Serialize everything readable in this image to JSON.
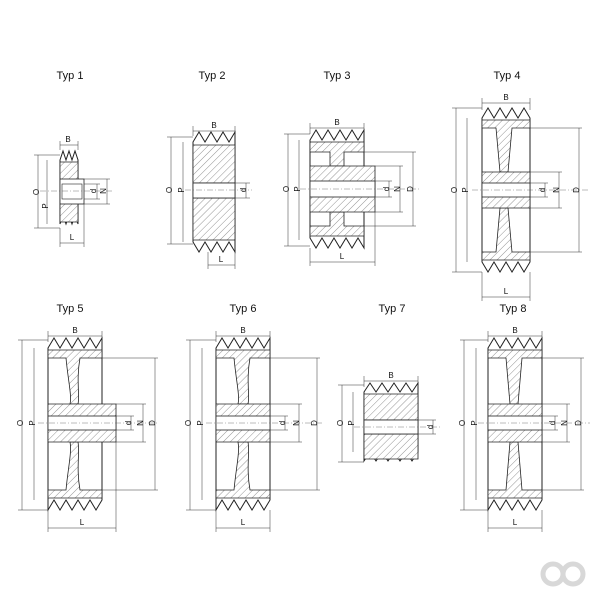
{
  "types": [
    {
      "title": "Typ 1",
      "labels": {
        "B": "B",
        "O": "O",
        "P": "P",
        "d": "d",
        "N": "N",
        "L": "L"
      }
    },
    {
      "title": "Typ 2",
      "labels": {
        "B": "B",
        "O": "O",
        "P": "P",
        "d": "d",
        "L": "L"
      }
    },
    {
      "title": "Typ 3",
      "labels": {
        "B": "B",
        "O": "O",
        "P": "P",
        "d": "d",
        "N": "N",
        "D": "D",
        "L": "L"
      }
    },
    {
      "title": "Typ 4",
      "labels": {
        "B": "B",
        "O": "O",
        "P": "P",
        "d": "d",
        "N": "N",
        "D": "D",
        "L": "L"
      }
    },
    {
      "title": "Typ 5",
      "labels": {
        "B": "B",
        "O": "O",
        "P": "P",
        "d": "d",
        "N": "N",
        "D": "D",
        "L": "L"
      }
    },
    {
      "title": "Typ 6",
      "labels": {
        "B": "B",
        "O": "O",
        "P": "P",
        "d": "d",
        "N": "N",
        "D": "D",
        "L": "L"
      }
    },
    {
      "title": "Typ 7",
      "labels": {
        "B": "B",
        "O": "O",
        "P": "P",
        "d": "d"
      }
    },
    {
      "title": "Typ 8",
      "labels": {
        "B": "B",
        "O": "O",
        "P": "P",
        "d": "d",
        "N": "N",
        "D": "D",
        "L": "L"
      }
    }
  ],
  "colors": {
    "line": "#222222",
    "hatch": "#555555",
    "watermark": "#d8d8d8"
  },
  "icons": {
    "watermark": "infinity-logo-icon"
  }
}
